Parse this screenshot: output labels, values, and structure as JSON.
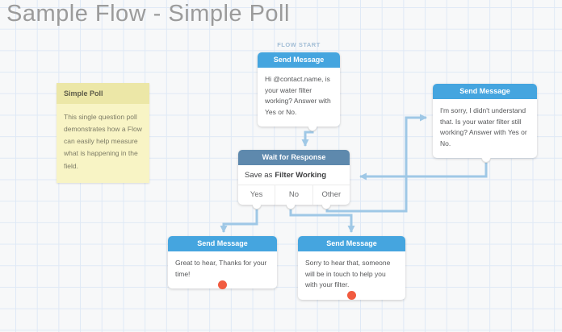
{
  "title": "Sample Flow - Simple Poll",
  "canvas": {
    "flow_start_label": "FLOW START"
  },
  "sticky_note": {
    "title": "Simple Poll",
    "body": "This single question poll demonstrates how a Flow can easily help measure what is happening in the field."
  },
  "nodes": {
    "start_message": {
      "title": "Send Message",
      "body": "Hi @contact.name, is your water filter working? Answer with Yes or No."
    },
    "wait_response": {
      "title": "Wait for Response",
      "save_prefix": "Save as",
      "save_field": "Filter Working",
      "categories": [
        "Yes",
        "No",
        "Other"
      ]
    },
    "clarify_message": {
      "title": "Send Message",
      "body": "I'm sorry, I didn't understand that. Is your water filter still working? Answer with Yes or No."
    },
    "yes_message": {
      "title": "Send Message",
      "body": "Great to hear, Thanks for your time!"
    },
    "no_message": {
      "title": "Send Message",
      "body": "Sorry to hear that, someone will be in touch to help you with your filter."
    }
  },
  "colors": {
    "send_header": "#45a5df",
    "wait_header": "#5e89ad",
    "connector": "#9fc8e6",
    "activity_dot": "#f15b40",
    "grid_line": "#dfe9f6",
    "canvas_bg": "#f7f8f9",
    "sticky_header_bg": "#ece7a7",
    "sticky_body_bg": "#f8f4c5",
    "flow_start": "#a3bed6",
    "page_title": "#9b9b9b"
  }
}
